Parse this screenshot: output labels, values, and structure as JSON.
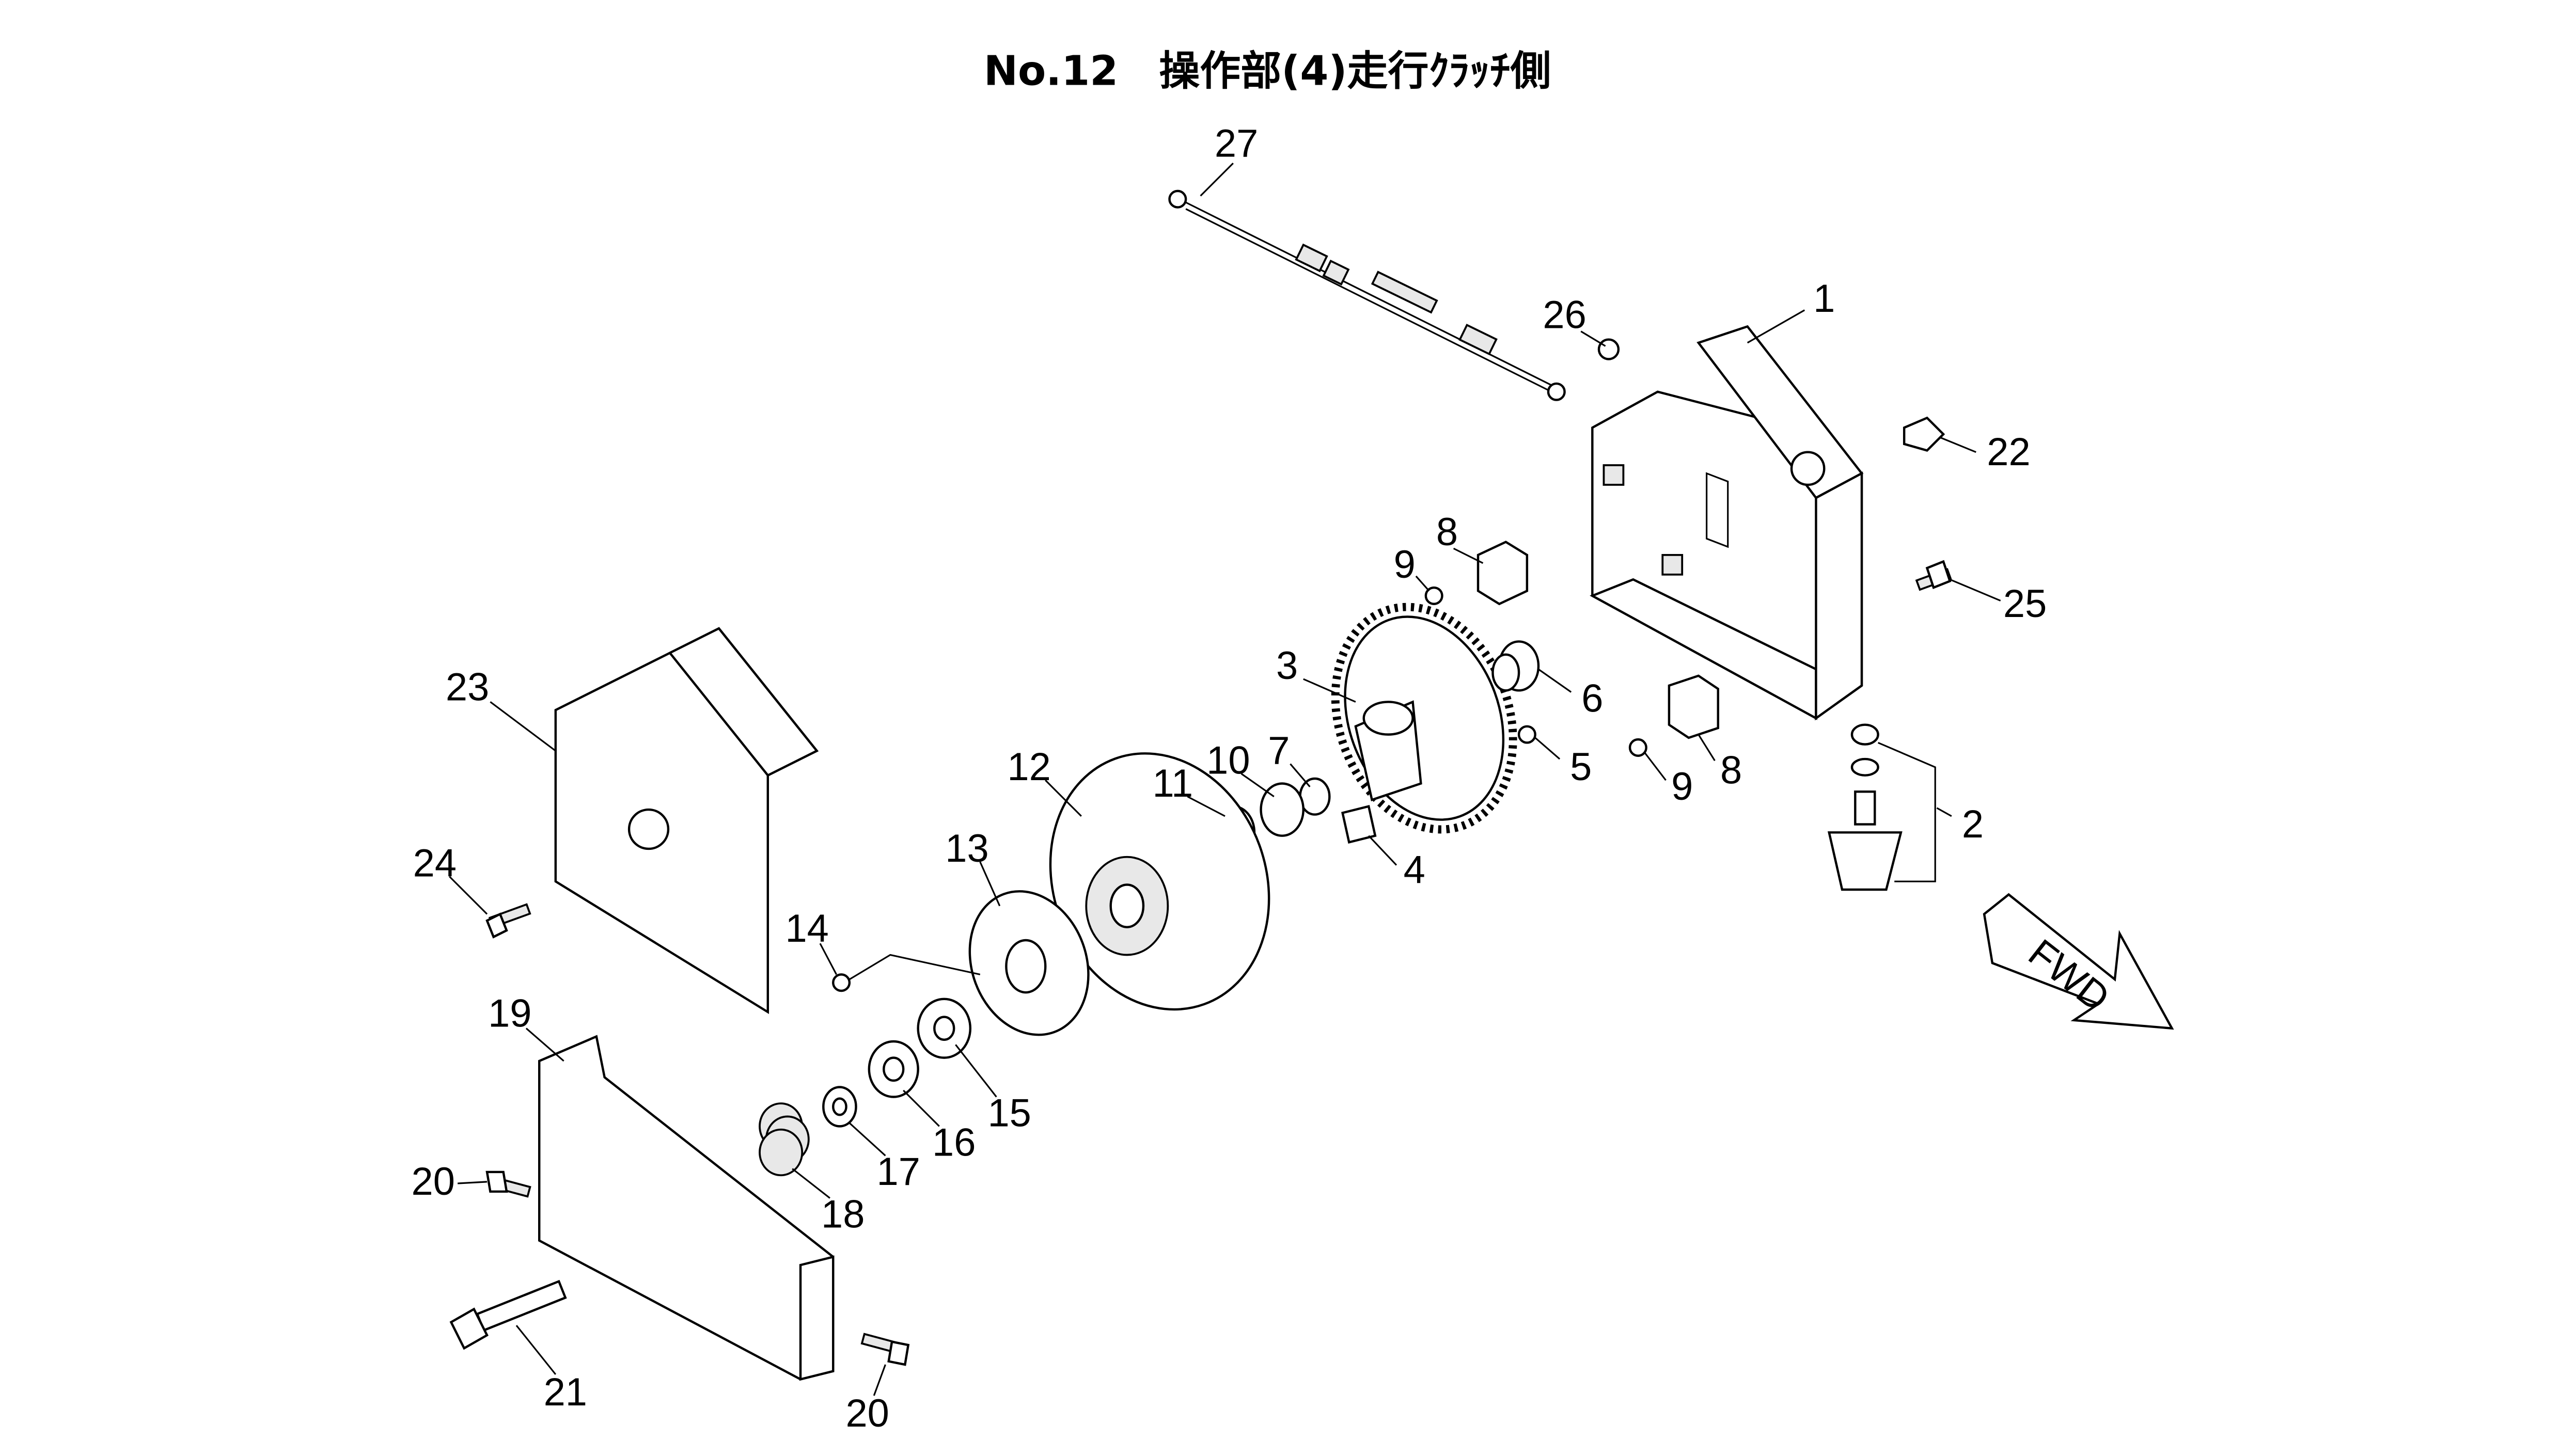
{
  "title": "No.12　操作部(4)走行ｸﾗｯﾁ側",
  "fwd_label": "FWD",
  "callouts": [
    "27",
    "26",
    "1",
    "22",
    "25",
    "8",
    "9",
    "3",
    "6",
    "7",
    "10",
    "11",
    "5",
    "9",
    "8",
    "2",
    "4",
    "12",
    "13",
    "23",
    "24",
    "14",
    "15",
    "16",
    "17",
    "18",
    "19",
    "20",
    "21",
    "20"
  ]
}
